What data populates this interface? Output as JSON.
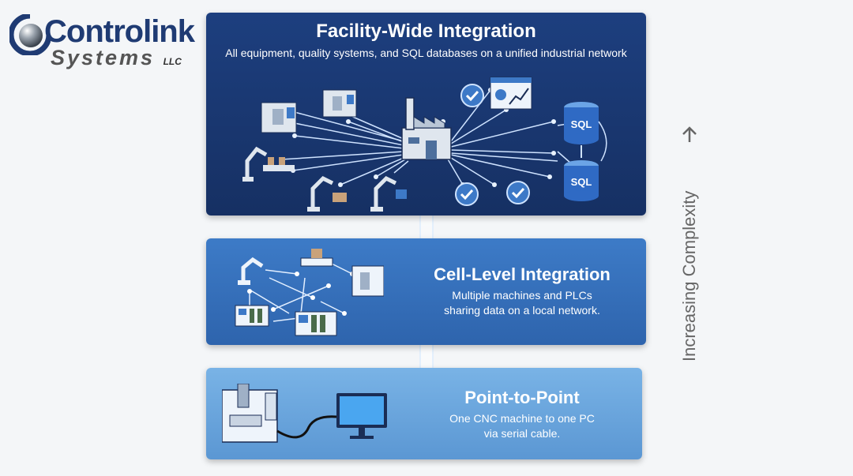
{
  "logo": {
    "line1": "Controlink",
    "line2": "Systems",
    "suffix": "LLC"
  },
  "levels": [
    {
      "title": "Facility-Wide Integration",
      "subtitle": "All equipment, quality systems, and SQL databases on a unified industrial network",
      "db_label": "SQL"
    },
    {
      "title": "Cell-Level Integration",
      "subtitle_line1": "Multiple machines and PLCs",
      "subtitle_line2": "sharing data on a local network."
    },
    {
      "title": "Point-to-Point",
      "subtitle_line1": "One CNC machine to one PC",
      "subtitle_line2": "via serial cable."
    }
  ],
  "axis": {
    "label": "Increasing Complexity"
  },
  "colors": {
    "top": "#1d3f7f",
    "middle": "#3d7bc7",
    "bottom": "#79b3e6",
    "arrow": "#ffffff"
  }
}
